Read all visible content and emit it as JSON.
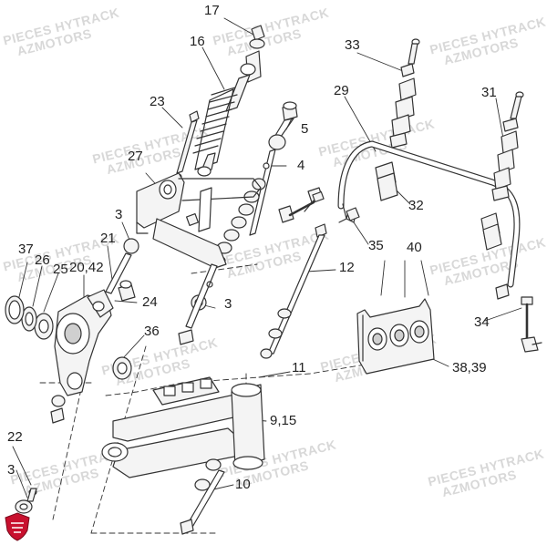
{
  "watermark": {
    "line1": "PIECES HYTRACK",
    "line2": "AZMOTORS"
  },
  "callouts": {
    "c17": "17",
    "c16": "16",
    "c23": "23",
    "c5": "5",
    "c27": "27",
    "c4": "4",
    "c33": "33",
    "c29": "29",
    "c31": "31",
    "c32": "32",
    "c35": "35",
    "c3a": "3",
    "c21": "21",
    "c37": "37",
    "c26": "26",
    "c25": "25",
    "c2042": "20,42",
    "c24": "24",
    "c3b": "3",
    "c36": "36",
    "c12": "12",
    "c40": "40",
    "c34": "34",
    "c3839": "38,39",
    "c11": "11",
    "c915": "9,15",
    "c22": "22",
    "c3c": "3",
    "c10": "10"
  },
  "colors": {
    "line": "#333333",
    "fill": "#f4f4f4",
    "shade": "#cfcfcf",
    "watermark": "#d8d8d8",
    "logo": "#c8102e"
  },
  "logo_icon": "brand-shield-icon"
}
